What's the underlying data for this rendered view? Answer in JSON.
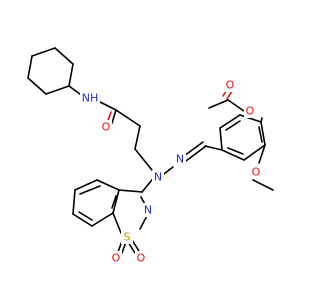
{
  "atoms": {
    "nh": "NH",
    "o_amide": "O",
    "n_hydrazine_1": "N",
    "n_hydrazine_2": "N",
    "n_ring": "N",
    "s_ring": "S",
    "o_sulfonyl_1": "O",
    "o_sulfonyl_2": "O",
    "o_ester": "O",
    "o_carbonyl": "O",
    "o_methoxy": "O"
  },
  "colors": {
    "carbon": "#000000",
    "nitrogen": "#1f2fd1",
    "oxygen": "#e01010",
    "sulfur": "#b59a00"
  }
}
